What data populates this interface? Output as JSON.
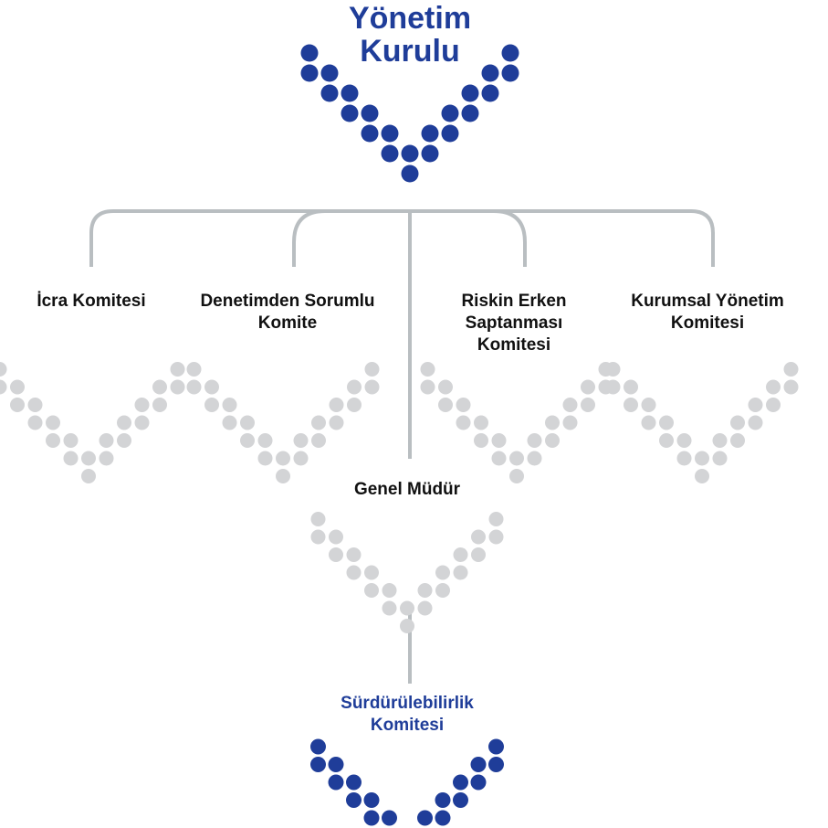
{
  "colors": {
    "primary": "#1f3d99",
    "inactive": "#d3d4d6",
    "connector": "#b9bec1",
    "text": "#111111"
  },
  "nodes": {
    "board": {
      "line1": "Yönetim",
      "line2": "Kurulu",
      "active": true
    },
    "executive_committee": {
      "line1": "İcra Komitesi",
      "active": false
    },
    "audit_committee": {
      "line1": "Denetimden Sorumlu",
      "line2": "Komite",
      "active": false
    },
    "risk_committee": {
      "line1": "Riskin Erken",
      "line2": "Saptanması",
      "line3": "Komitesi",
      "active": false
    },
    "governance_committee": {
      "line1": "Kurumsal Yönetim",
      "line2": "Komitesi",
      "active": false
    },
    "general_manager": {
      "line1": "Genel Müdür",
      "active": false
    },
    "sustainability_committee": {
      "line1": "Sürdürülebilirlik",
      "line2": "Komitesi",
      "active": true
    }
  }
}
